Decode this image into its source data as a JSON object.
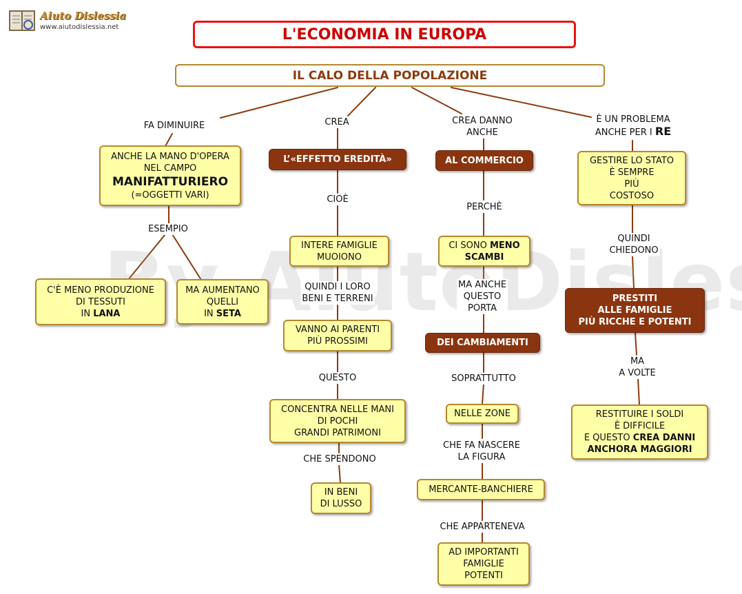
{
  "logo": {
    "name": "Aiuto Dislessia",
    "url": "www.aiutodislessia.net"
  },
  "watermark": "By AiutoDislessia.net",
  "title": "L'ECONOMIA IN EUROPA",
  "root": "IL CALO DELLA POPOLAZIONE",
  "colors": {
    "title_border": "#ee1111",
    "brown_node": "#8b3510",
    "yellow_node": "#ffffa8",
    "connector": "#8b3a0e"
  },
  "branch1": {
    "label": "FA DIMINUIRE",
    "node": {
      "l1": "ANCHE LA MANO D'OPERA",
      "l2": "NEL CAMPO",
      "l3": "MANIFATTURIERO",
      "l4": "(=OGGETTI VARI)"
    },
    "label2": "ESEMPIO",
    "left": {
      "l1": "C'È MENO PRODUZIONE",
      "l2": "DI TESSUTI",
      "l3a": "IN ",
      "l3b": "LANA"
    },
    "right": {
      "l1": "MA AUMENTANO",
      "l2": "QUELLI",
      "l3a": "IN ",
      "l3b": "SETA"
    }
  },
  "branch2": {
    "label": "CREA",
    "node": "L’«EFFETTO EREDITÀ»",
    "label2": "CIOÈ",
    "node2": {
      "l1": "INTERE FAMIGLIE",
      "l2": "MUOIONO"
    },
    "label3": {
      "l1": "QUINDI I LORO",
      "l2": "BENI E TERRENI"
    },
    "node3": {
      "l1": "VANNO AI PARENTI",
      "l2": "PIÙ PROSSIMI"
    },
    "label4": "QUESTO",
    "node4": {
      "l1": "CONCENTRA NELLE MANI",
      "l2": "DI POCHI",
      "l3": "GRANDI PATRIMONI"
    },
    "label5": "CHE SPENDONO",
    "node5": {
      "l1": "IN BENI",
      "l2": "DI LUSSO"
    }
  },
  "branch3": {
    "label": {
      "l1": "CREA DANNO",
      "l2": "ANCHE"
    },
    "node": "AL COMMERCIO",
    "label2": "PERCHÈ",
    "node2": {
      "l1a": "CI SONO ",
      "l1b": "MENO",
      "l2": "SCAMBI"
    },
    "label3": {
      "l1": "MA ANCHE",
      "l2": "QUESTO",
      "l3": "PORTA"
    },
    "node3": "DEI CAMBIAMENTI",
    "label4": "SOPRATTUTTO",
    "node4": "NELLE ZONE",
    "label5": {
      "l1": "CHE FA NASCERE",
      "l2": "LA FIGURA"
    },
    "node5": "MERCANTE-BANCHIERE",
    "label6": "CHE APPARTENEVA",
    "node6": {
      "l1": "AD IMPORTANTI",
      "l2": "FAMIGLIE",
      "l3": "POTENTI"
    }
  },
  "branch4": {
    "label": {
      "l1": "È UN PROBLEMA",
      "l2a": "ANCHE PER I ",
      "l2b": "RE"
    },
    "node": {
      "l1": "GESTIRE LO STATO",
      "l2": "È SEMPRE",
      "l3": "PIÙ",
      "l4": "COSTOSO"
    },
    "label2": {
      "l1": "QUINDI",
      "l2": "CHIEDONO"
    },
    "node2": {
      "l1": "PRESTITI",
      "l2": "ALLE FAMIGLIE",
      "l3": "PIÙ RICCHE E POTENTI"
    },
    "label3": {
      "l1": "MA",
      "l2": "A VOLTE"
    },
    "node3": {
      "l1": "RESTITUIRE I SOLDI",
      "l2": "È DIFFICILE",
      "l3a": "E QUESTO ",
      "l3b": "CREA DANNI",
      "l4": "ANCHORA MAGGIORI"
    }
  }
}
